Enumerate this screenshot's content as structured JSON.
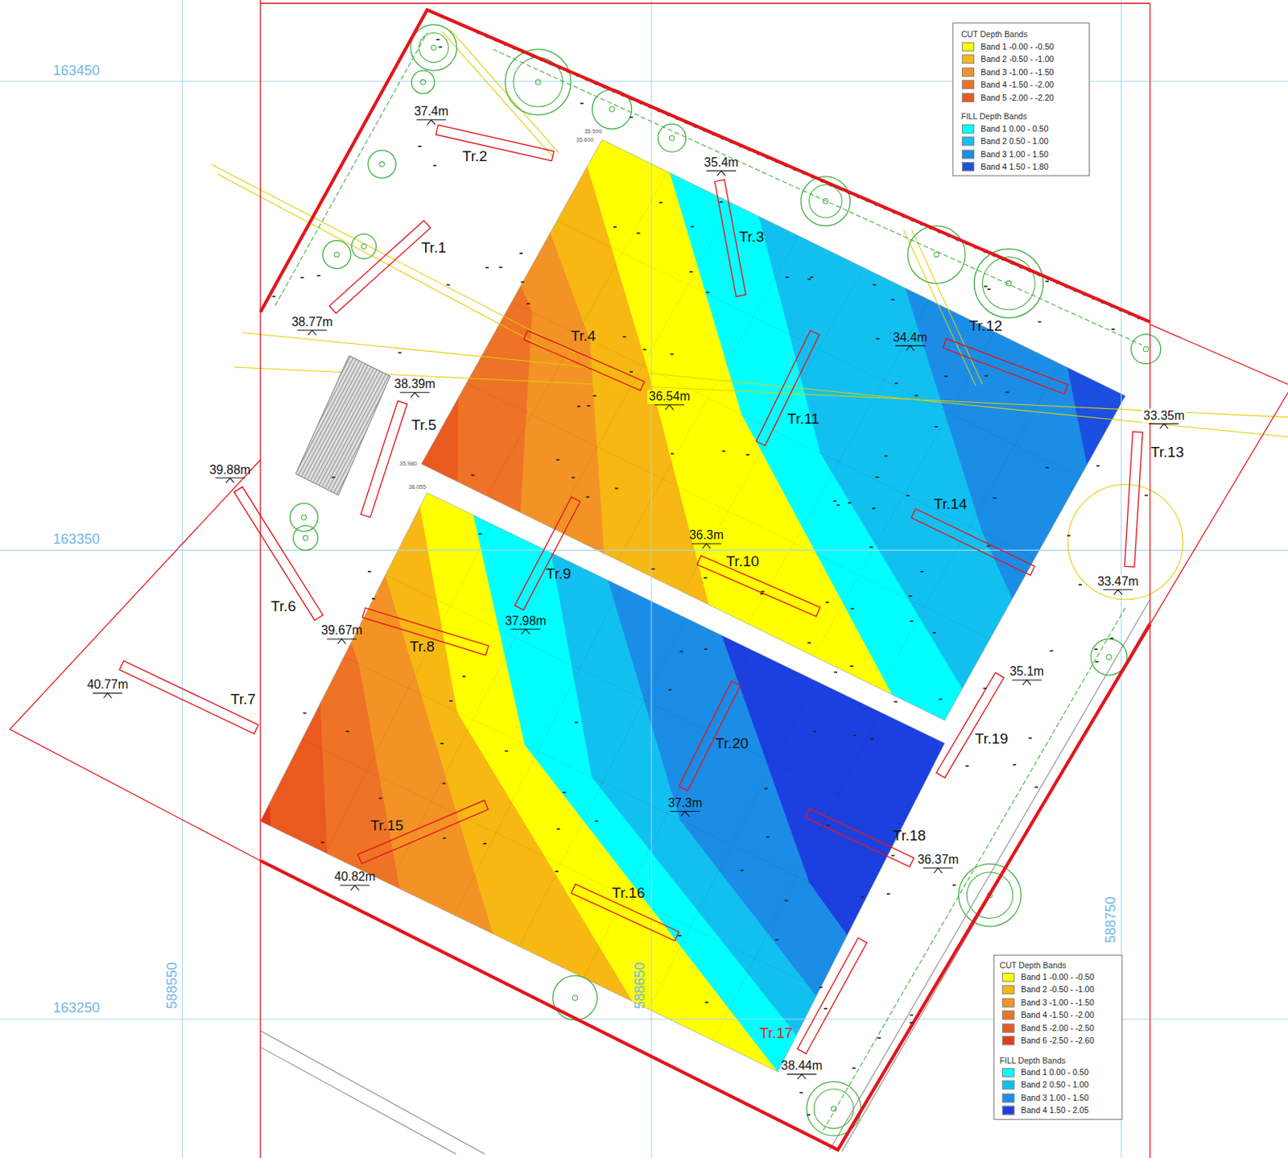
{
  "diagram": {
    "labels": [
      "163450",
      "163350",
      "163250",
      "588550",
      "588650",
      "588750",
      "Tr.1",
      "Tr.2",
      "Tr.3",
      "Tr.4",
      "Tr.5",
      "Tr.6",
      "Tr.7",
      "Tr.8",
      "Tr.9",
      "Tr.10",
      "Tr.11",
      "Tr.12",
      "Tr.13",
      "Tr.14",
      "Tr.15",
      "Tr.16",
      "Tr.17",
      "Tr.18",
      "Tr.19",
      "Tr.20",
      "37.4m",
      "38.77m",
      "35.4m",
      "34.4m",
      "36.54m",
      "38.39m",
      "39.88m",
      "36.3m",
      "33.35m",
      "33.47m",
      "37.98m",
      "39.67m",
      "40.77m",
      "35.1m",
      "37.3m",
      "36.37m",
      "40.82m",
      "38.44m",
      "35.590",
      "35.600",
      "35.980",
      "38.055",
      "CUT Depth Bands",
      "FILL Depth Bands",
      "CUT Depth Bands",
      "FILL Depth Bands"
    ],
    "legend": [
      {
        "text": "Band 1 -0.00 - -0.50",
        "color": "#ffff00"
      },
      {
        "text": "Band 2 -0.50 - -1.00",
        "color": "#f7b814"
      },
      {
        "text": "Band 3 -1.00 - -1.50",
        "color": "#f39325"
      },
      {
        "text": "Band 4 -1.50 - -2.00",
        "color": "#ee7326"
      },
      {
        "text": "Band 5 -2.00 - -2.20",
        "color": "#ea5a1f"
      },
      {
        "text": "Band 1 0.00 - 0.50",
        "color": "#00ffff"
      },
      {
        "text": "Band 2 0.50 - 1.00",
        "color": "#12c0f0"
      },
      {
        "text": "Band 3 1.00 - 1.50",
        "color": "#1b8de6"
      },
      {
        "text": "Band 4 1.50 - 1.80",
        "color": "#1a4fe0"
      },
      {
        "text": "Band 1 -0.00 - -0.50",
        "color": "#ffff00"
      },
      {
        "text": "Band 2 -0.50 - -1.00",
        "color": "#f7b814"
      },
      {
        "text": "Band 3 -1.00 - -1.50",
        "color": "#f39325"
      },
      {
        "text": "Band 4 -1.50 - -2.00",
        "color": "#ee7326"
      },
      {
        "text": "Band 5 -2.00 - -2.50",
        "color": "#ea5a1f"
      },
      {
        "text": "Band 6 -2.50 - -2.60",
        "color": "#e5391c"
      },
      {
        "text": "Band 1 0.00 - 0.50",
        "color": "#00ffff"
      },
      {
        "text": "Band 2 0.50 - 1.00",
        "color": "#12c0f0"
      },
      {
        "text": "Band 3 1.00 - 1.50",
        "color": "#1b8de6"
      },
      {
        "text": "Band 4 1.50 - 2.05",
        "color": "#1c3fe0"
      }
    ]
  }
}
